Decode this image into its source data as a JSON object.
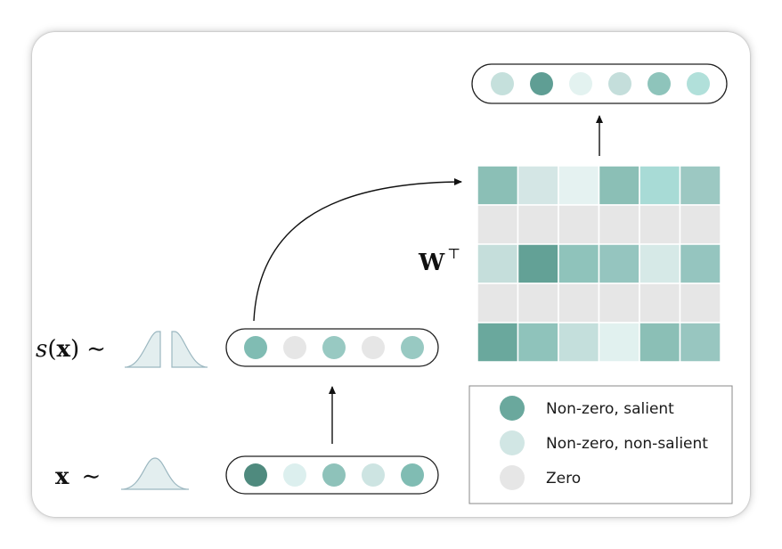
{
  "colors": {
    "salient": "#5f9e94",
    "zero": "#e6e6e6",
    "pill_stroke": "#222222"
  },
  "labels": {
    "s_of_x": "s(x) ~",
    "x": "x ~",
    "weight": "W⊤"
  },
  "input_vector": [
    "#4f8a7e",
    "#dcefee",
    "#8ec2ba",
    "#cde4e2",
    "#80bcb3"
  ],
  "sparse_vector": [
    "#80bcb3",
    "#e6e6e6",
    "#98c9c2",
    "#e6e6e6",
    "#98c9c2"
  ],
  "output_vector": [
    "#c5e0dc",
    "#5f9e94",
    "#e3f2f0",
    "#c4dedb",
    "#8ec4bb",
    "#b1e0da"
  ],
  "weight_matrix": [
    [
      "#8bbfb6",
      "#d4e6e5",
      "#e5f2f1",
      "#8bbfb6",
      "#a8dbd6",
      "#9cc8c2"
    ],
    [
      "#e6e6e6",
      "#e6e6e6",
      "#e6e6e6",
      "#e6e6e6",
      "#e6e6e6",
      "#e6e6e6"
    ],
    [
      "#c5dedb",
      "#63a196",
      "#8fc3bb",
      "#95c5bf",
      "#d6e9e7",
      "#95c5bf"
    ],
    [
      "#e6e6e6",
      "#e6e6e6",
      "#e6e6e6",
      "#e6e6e6",
      "#e6e6e6",
      "#e6e6e6"
    ],
    [
      "#6aa89d",
      "#8fc3bb",
      "#c4dfdc",
      "#e1f1ef",
      "#8bbfb6",
      "#98c6c0"
    ]
  ],
  "legend": [
    {
      "label": "Non-zero, salient",
      "color": "#6aa89d"
    },
    {
      "label": "Non-zero, non-salient",
      "color": "#d1e6e4"
    },
    {
      "label": "Zero",
      "color": "#e6e6e6"
    }
  ]
}
